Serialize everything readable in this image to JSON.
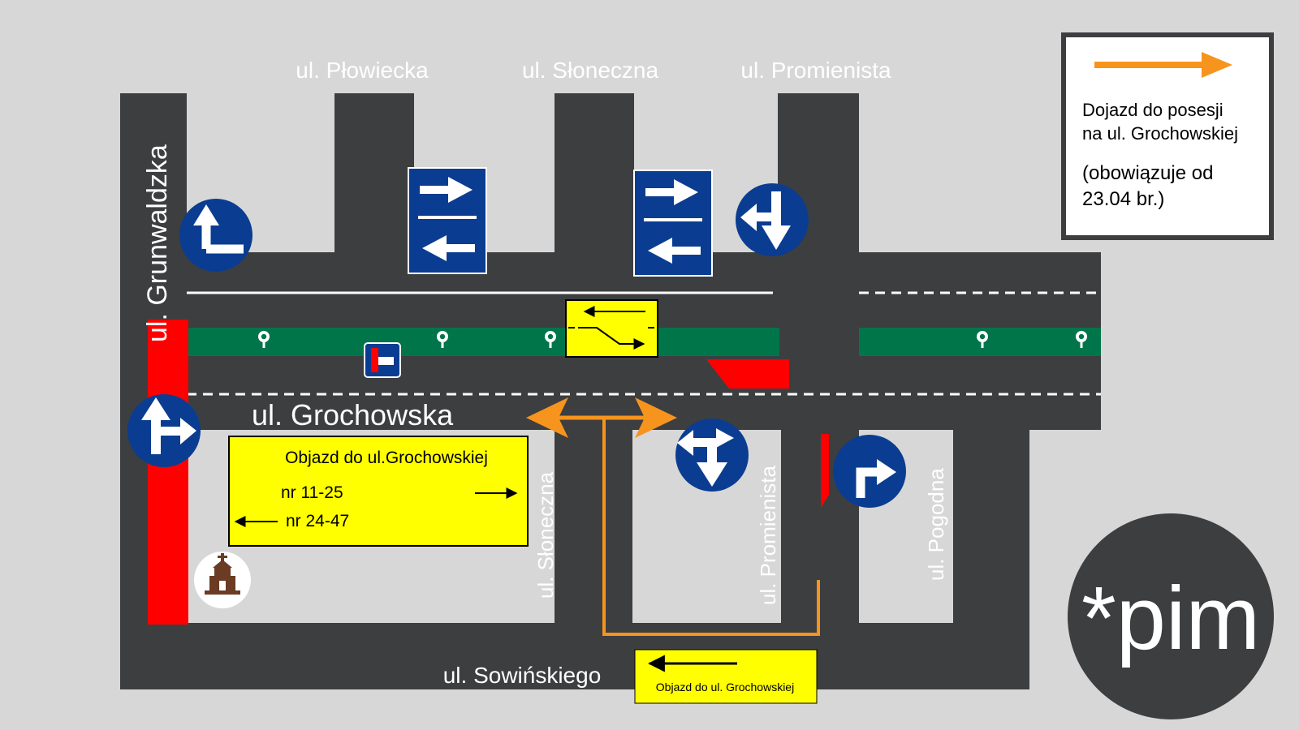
{
  "streets": {
    "plowiecka": "ul. Płowiecka",
    "sloneczna_top": "ul. Słoneczna",
    "promienista_top": "ul. Promienista",
    "grunwaldzka": "ul. Grunwaldzka",
    "grochowska": "ul. Grochowska",
    "sloneczna_bottom": "ul. Słoneczna",
    "promienista_bottom": "ul. Promienista",
    "pogodna": "ul. Pogodna",
    "sowinskiego": "ul. Sowińskiego"
  },
  "legend": {
    "line1": "Dojazd do posesji",
    "line2": "na ul. Grochowskiej",
    "line3": "(obowiązuje od",
    "line4": "23.04 br.)",
    "arrow_color": "#f7941d"
  },
  "detour_sign": {
    "title": "Objazd do ul.Grochowskiej",
    "right_range": "nr 11-25",
    "left_range": "nr 24-47"
  },
  "bottom_sign": {
    "text": "Objazd do ul. Grochowskiej"
  },
  "logo": {
    "text": "*pim"
  },
  "colors": {
    "road": "#3d3e40",
    "background": "#d7d7d7",
    "median": "#00754a",
    "sign_blue": "#0a3d91",
    "closure_red": "#ff0000",
    "warning_yellow": "#ffff00",
    "detour_orange": "#f7941d"
  },
  "icons": {
    "church": "church-icon",
    "tree": "tree-icon",
    "dead_end": "dead-end-sign-icon"
  }
}
